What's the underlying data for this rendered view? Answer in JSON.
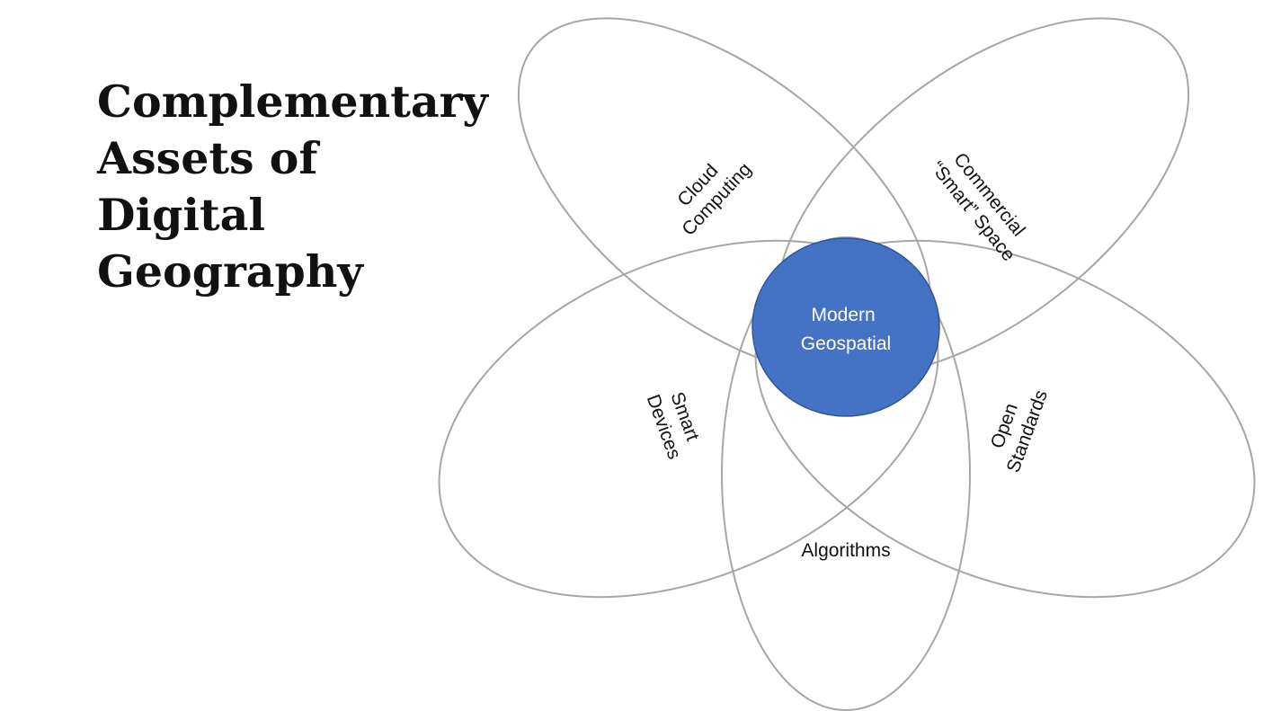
{
  "title": {
    "lines": [
      "Complementary",
      "Assets of",
      "Digital",
      "Geography"
    ]
  },
  "diagram": {
    "center": {
      "lines": [
        "Modern",
        "Geospatial"
      ],
      "fill_color": "#4472c4"
    },
    "petal_stroke_color": "#a6a6a6",
    "petals": [
      {
        "name": "cloud-computing",
        "lines": [
          "Cloud",
          "Computing"
        ]
      },
      {
        "name": "commercial-smart-space",
        "lines": [
          "Commercial",
          "“Smart” Space"
        ]
      },
      {
        "name": "smart-devices",
        "lines": [
          "Smart",
          "Devices"
        ]
      },
      {
        "name": "open-standards",
        "lines": [
          "Open",
          "Standards"
        ]
      },
      {
        "name": "algorithms",
        "lines": [
          "Algorithms"
        ]
      }
    ]
  }
}
